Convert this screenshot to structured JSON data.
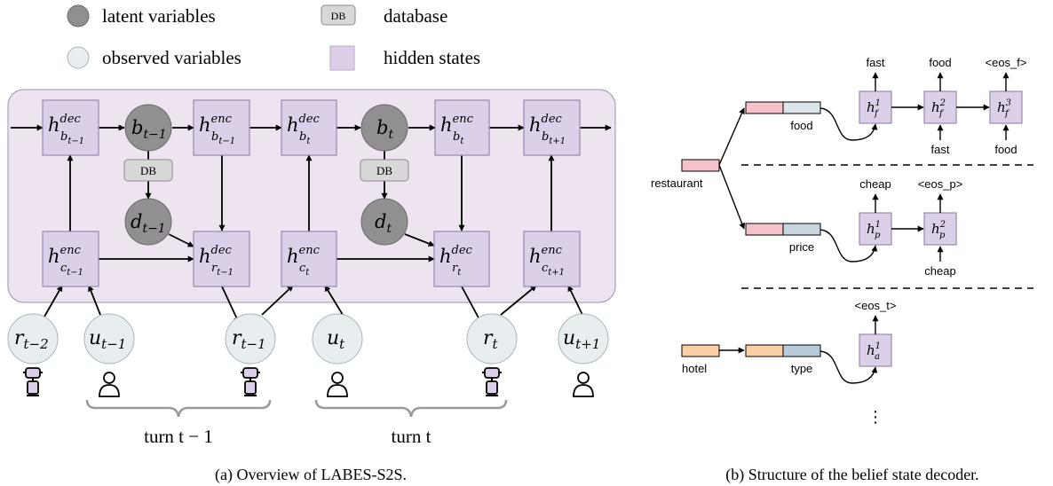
{
  "legend": {
    "latent": "latent variables",
    "observed": "observed variables",
    "db_badge": "DB",
    "database": "database",
    "hidden": "hidden states"
  },
  "left": {
    "db": "DB",
    "turn_prev": "turn t − 1",
    "turn_cur": "turn t",
    "caption": "(a)  Overview of LABES-S2S.",
    "colors": {
      "panel": "#ede4f0",
      "state": "#dccfe8",
      "latent": "#909090",
      "observed": "#e8eef0",
      "db": "#d8d8d8"
    }
  },
  "right": {
    "slot_restaurant": "restaurant",
    "slot_food": "food",
    "slot_price": "price",
    "slot_hotel": "hotel",
    "slot_type": "type",
    "out_fast": "fast",
    "out_food": "food",
    "out_eos_f": "<eos_f>",
    "out_cheap": "cheap",
    "out_eos_p": "<eos_p>",
    "out_eos_t": "<eos_t>",
    "in_fast": "fast",
    "in_food": "food",
    "in_cheap": "cheap",
    "ellipsis": "⋮",
    "caption": "(b)  Structure of the belief state decoder.",
    "colors": {
      "pink": "#f4c2c8",
      "orange": "#f9cfa6",
      "lightblue": "#dbe5ea",
      "blue": "#b8cbd9",
      "state": "#dccfe8"
    }
  }
}
